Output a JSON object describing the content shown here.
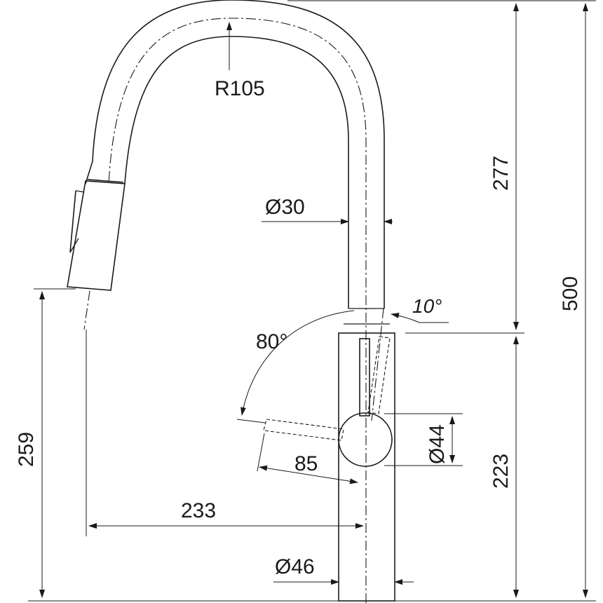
{
  "dimensions": {
    "radius": "R105",
    "spout_diameter": "Ø30",
    "upper_height": "277",
    "total_height": "500",
    "lower_height": "223",
    "handle_tilt": "10°",
    "handle_swing": "80°",
    "handle_diameter": "Ø44",
    "handle_length": "85",
    "reach": "233",
    "spout_height": "259",
    "base_diameter": "Ø46"
  }
}
